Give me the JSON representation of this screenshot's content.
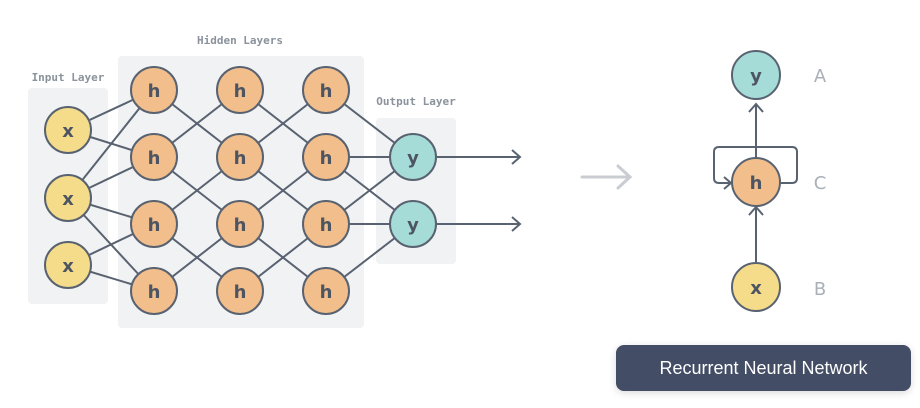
{
  "labels": {
    "input_layer": "Input Layer",
    "hidden_layers": "Hidden Layers",
    "output_layer": "Output Layer"
  },
  "network": {
    "input_nodes": [
      "x",
      "x",
      "x"
    ],
    "hidden_columns": [
      [
        "h",
        "h",
        "h",
        "h"
      ],
      [
        "h",
        "h",
        "h",
        "h"
      ],
      [
        "h",
        "h",
        "h",
        "h"
      ]
    ],
    "output_nodes": [
      "y",
      "y"
    ]
  },
  "rnn": {
    "output_node": "y",
    "hidden_node": "h",
    "input_node": "x",
    "letter_a": "A",
    "letter_b": "B",
    "letter_c": "C",
    "title": "Recurrent Neural Network"
  },
  "colors": {
    "input": "#f5dc8a",
    "hidden": "#f2bf8c",
    "output": "#a6dcd8",
    "stroke": "#596270",
    "panel": "#f1f2f4"
  }
}
